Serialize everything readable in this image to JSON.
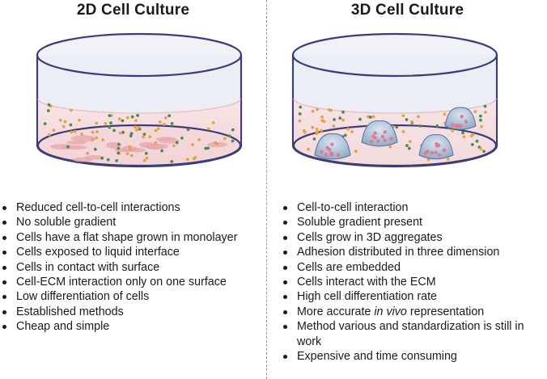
{
  "left": {
    "title": "2D Cell Culture",
    "points": [
      "Reduced cell-to-cell interactions",
      "No soluble gradient",
      "Cells have a flat shape grown in monolayer",
      "Cells exposed to liquid interface",
      "Cells in contact with surface",
      "Cell-ECM interaction only on one surface",
      "Low differentiation of cells",
      "Established methods",
      "Cheap and simple"
    ]
  },
  "right": {
    "title": "3D Cell Culture",
    "points": [
      {
        "text": "Cell-to-cell interaction"
      },
      {
        "text": "Soluble gradient present"
      },
      {
        "text": "Cells grow in 3D aggregates"
      },
      {
        "text": "Adhesion distributed in three dimension"
      },
      {
        "text": "Cells are embedded"
      },
      {
        "text": "Cells interact with the ECM"
      },
      {
        "text": "High cell differentiation rate"
      },
      {
        "pre": "More accurate ",
        "em": "in vivo",
        "post": " representation"
      },
      {
        "text": "Method various and standardization is still in work"
      },
      {
        "text": "Expensive and time consuming"
      }
    ]
  },
  "colors": {
    "dish_fill": "#eef0f7",
    "dish_stroke": "#3a3d7a",
    "medium": "#f6e1e3",
    "flat_cell": "#e6a9ad",
    "orange_dot": "#e3a34a",
    "green_dot": "#4f8a4f",
    "spheroid": "#a9bcd6"
  },
  "icons": [
    "petri-dish-2d-icon",
    "petri-dish-3d-icon"
  ]
}
